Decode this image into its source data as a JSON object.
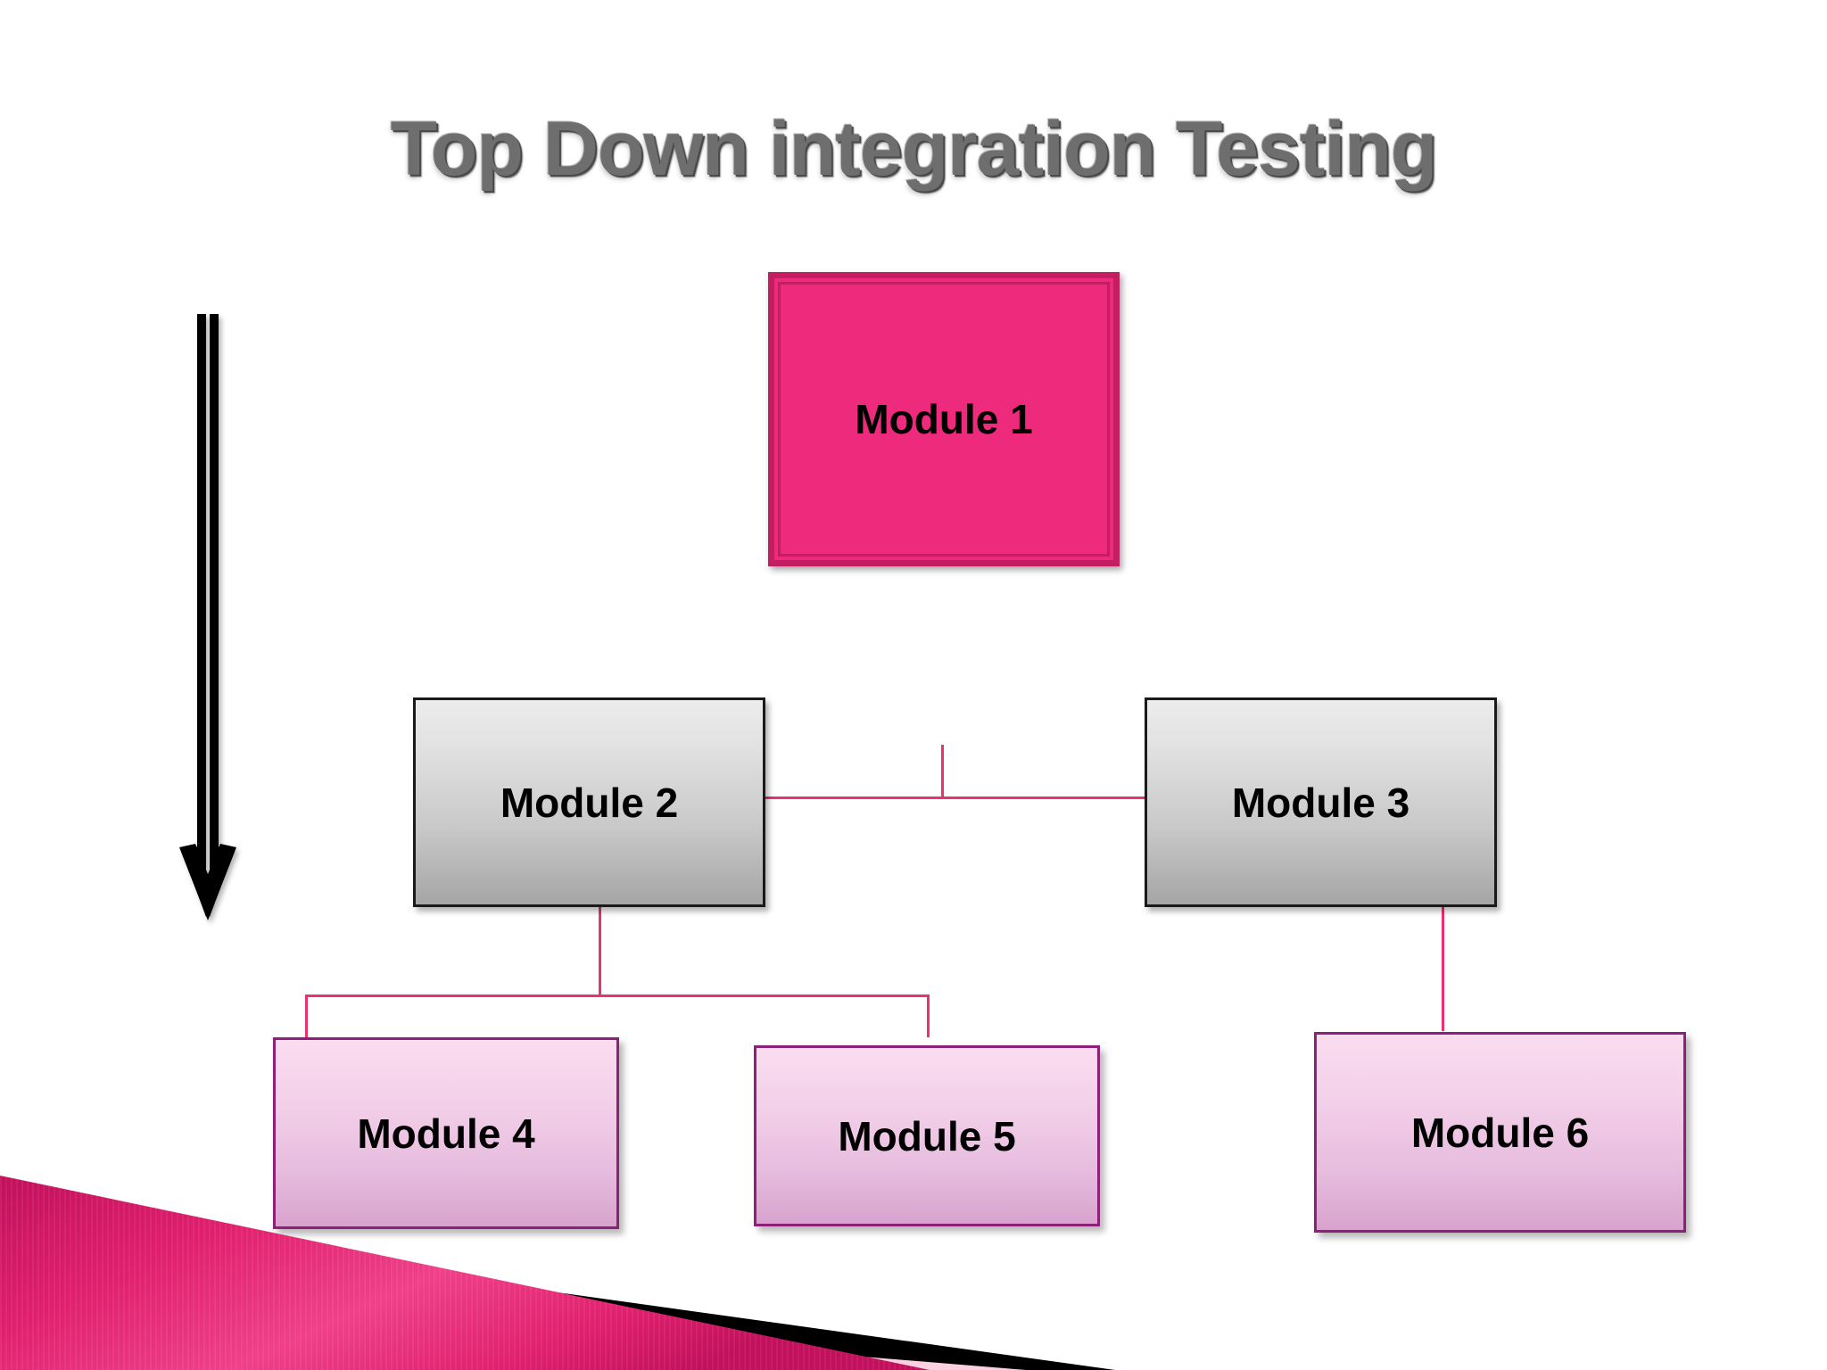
{
  "slide": {
    "title": "Top Down integration Testing",
    "background_color": "#FFFFFF",
    "title_color": "#6E6E6E"
  },
  "diagram": {
    "type": "tree",
    "accent_color": "#E8336E",
    "root_color": "#ED2A7B",
    "level2_color": "#C9C9C9",
    "level3_color": "#E7BCDE",
    "nodes": [
      {
        "id": "m1",
        "label": "Module 1",
        "level": 1,
        "style": "root"
      },
      {
        "id": "m2",
        "label": "Module 2",
        "level": 2,
        "style": "gray"
      },
      {
        "id": "m3",
        "label": "Module 3",
        "level": 2,
        "style": "gray"
      },
      {
        "id": "m4",
        "label": "Module 4",
        "level": 3,
        "style": "pink"
      },
      {
        "id": "m5",
        "label": "Module 5",
        "level": 3,
        "style": "pink"
      },
      {
        "id": "m6",
        "label": "Module 6",
        "level": 3,
        "style": "pink"
      }
    ],
    "edges": [
      {
        "from": "m1",
        "to": "m2"
      },
      {
        "from": "m1",
        "to": "m3"
      },
      {
        "from": "m2",
        "to": "m4"
      },
      {
        "from": "m2",
        "to": "m5"
      },
      {
        "from": "m3",
        "to": "m6"
      }
    ]
  },
  "annotations": {
    "flow_arrow": "down-arrow",
    "flow_arrow_direction": "down"
  },
  "decoration": {
    "corner_wedge_color": "#D9166A",
    "corner_stripe_black": "#000000",
    "corner_stripe_pink": "#FBD0DF"
  }
}
